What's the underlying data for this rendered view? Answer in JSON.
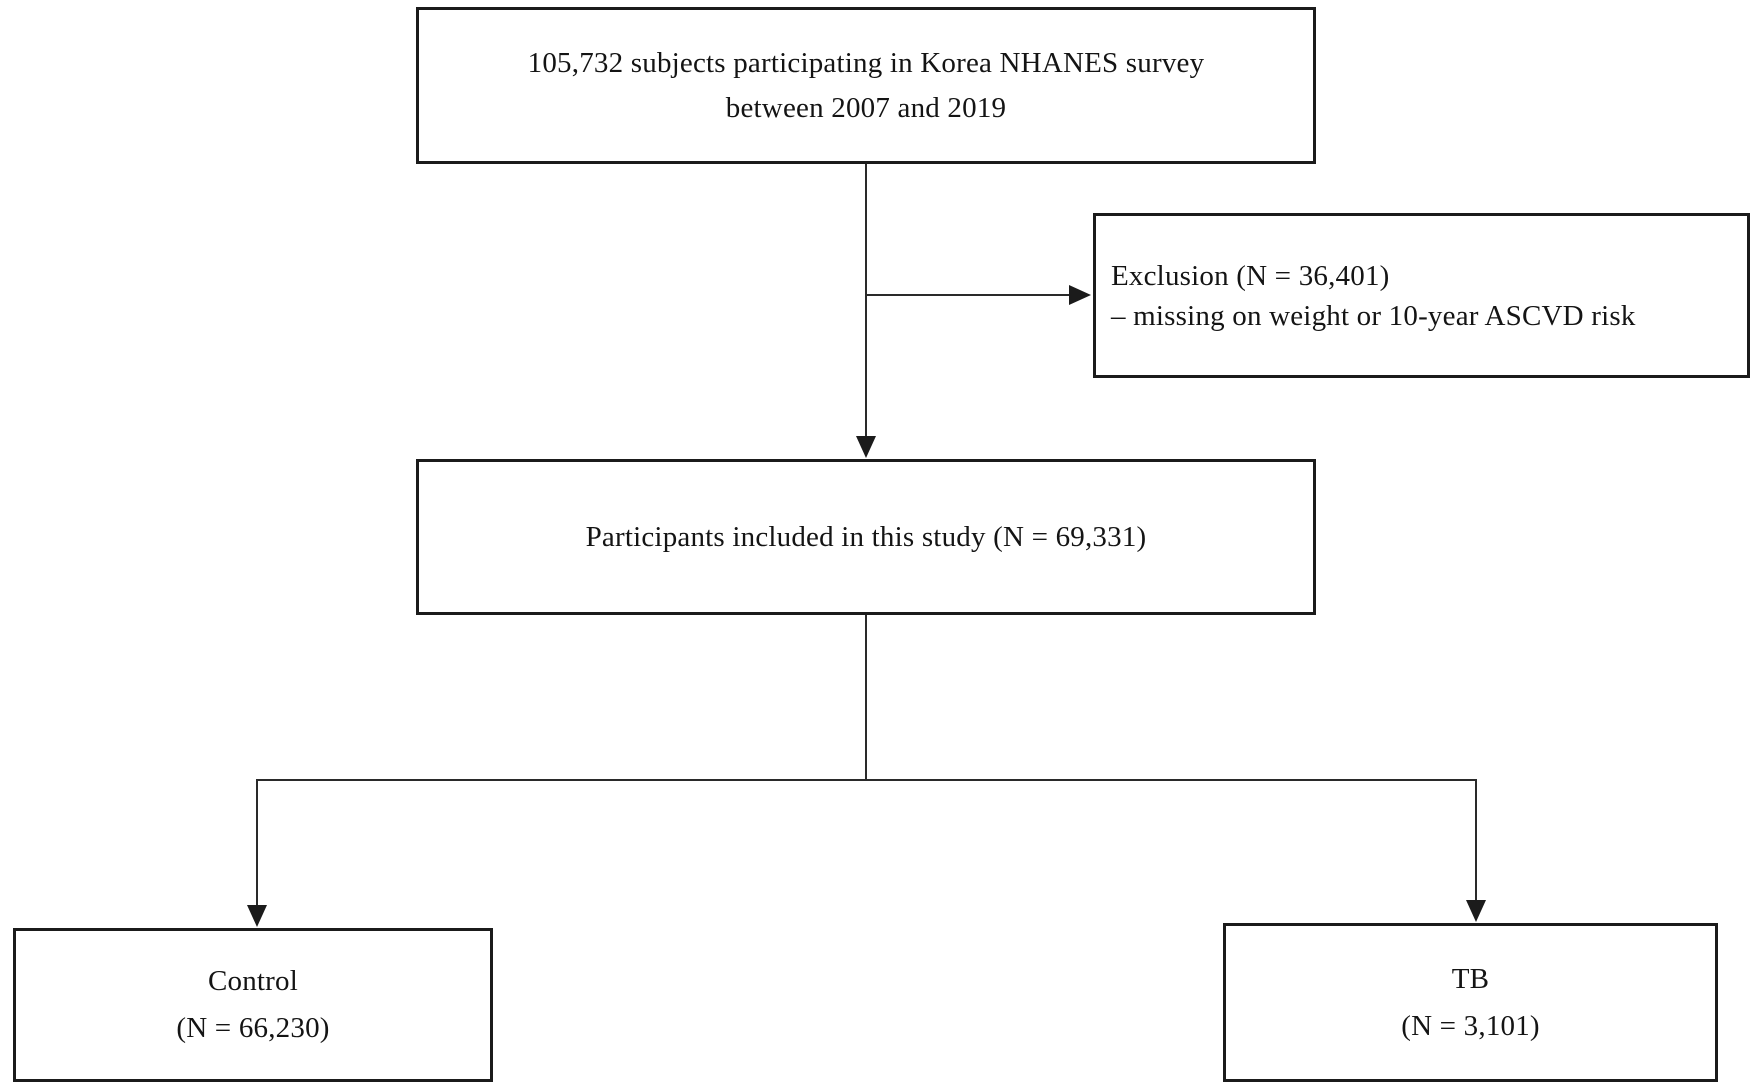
{
  "colors": {
    "background": "#ffffff",
    "box_border": "#1b1b1b",
    "text": "#141414",
    "connector": "#2a2a2a"
  },
  "diagram": {
    "boxes": {
      "source": {
        "lines": [
          "105,732 subjects participating in Korea NHANES survey",
          "between 2007 and 2019"
        ]
      },
      "exclusion": {
        "lines": [
          "Exclusion (N = 36,401)",
          "– missing on weight or 10-year ASCVD risk"
        ]
      },
      "included": {
        "lines": [
          "Participants included in this study (N = 69,331)"
        ]
      },
      "control": {
        "lines": [
          "Control",
          "(N = 66,230)"
        ]
      },
      "tb": {
        "lines": [
          "TB",
          "(N = 3,101)"
        ]
      }
    }
  }
}
